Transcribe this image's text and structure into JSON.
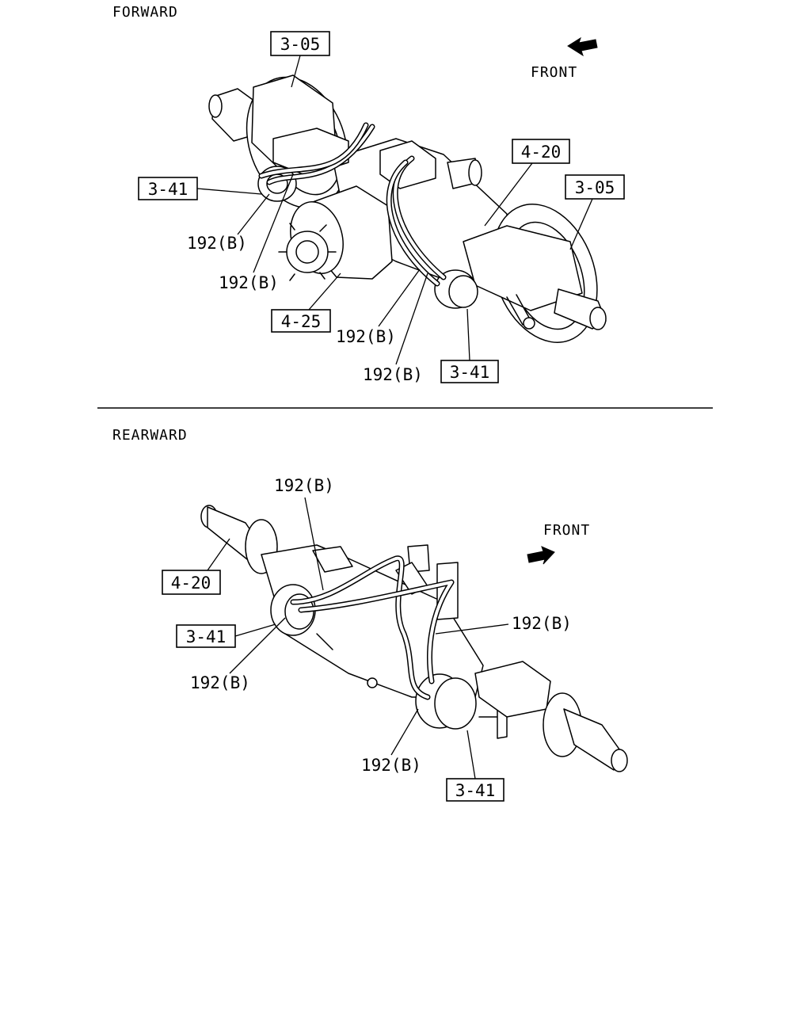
{
  "forward": {
    "title": "FORWARD",
    "front_label": "FRONT",
    "boxes": {
      "top_hub": "3-05",
      "right_hub": "3-05",
      "axle": "4-20",
      "left_chamber": "3-41",
      "right_chamber": "3-41",
      "diff": "4-25"
    },
    "parts": {
      "p1": "192(B)",
      "p2": "192(B)",
      "p3": "192(B)",
      "p4": "192(B)"
    }
  },
  "rearward": {
    "title": "REARWARD",
    "front_label": "FRONT",
    "boxes": {
      "axle": "4-20",
      "left_chamber": "3-41",
      "right_chamber": "3-41"
    },
    "parts": {
      "p1": "192(B)",
      "p2": "192(B)",
      "p3": "192(B)",
      "p4": "192(B)"
    }
  }
}
